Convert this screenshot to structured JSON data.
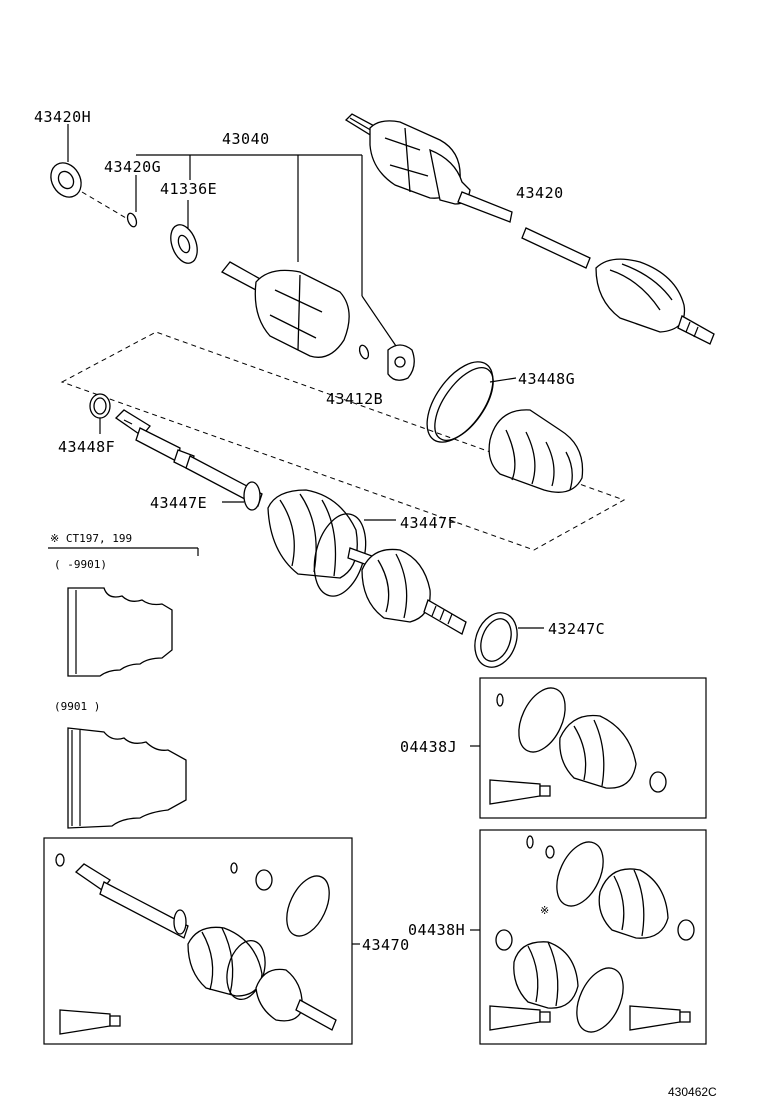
{
  "labels": {
    "p43420H": "43420H",
    "p43420G": "43420G",
    "p43040": "43040",
    "p41336E": "41336E",
    "p43420": "43420",
    "p43412B": "43412B",
    "p43448G": "43448G",
    "p43448F": "43448F",
    "p43447E": "43447E",
    "p43447F": "43447F",
    "p43247C": "43247C",
    "p04438J": "04438J",
    "p04438H": "04438H",
    "p43470": "43470"
  },
  "notes": {
    "applicability": "※ CT197, 199",
    "range_to": "(      -9901)",
    "range_from": "(9901       )",
    "asterisk": "※"
  },
  "figure_code": "430462C"
}
